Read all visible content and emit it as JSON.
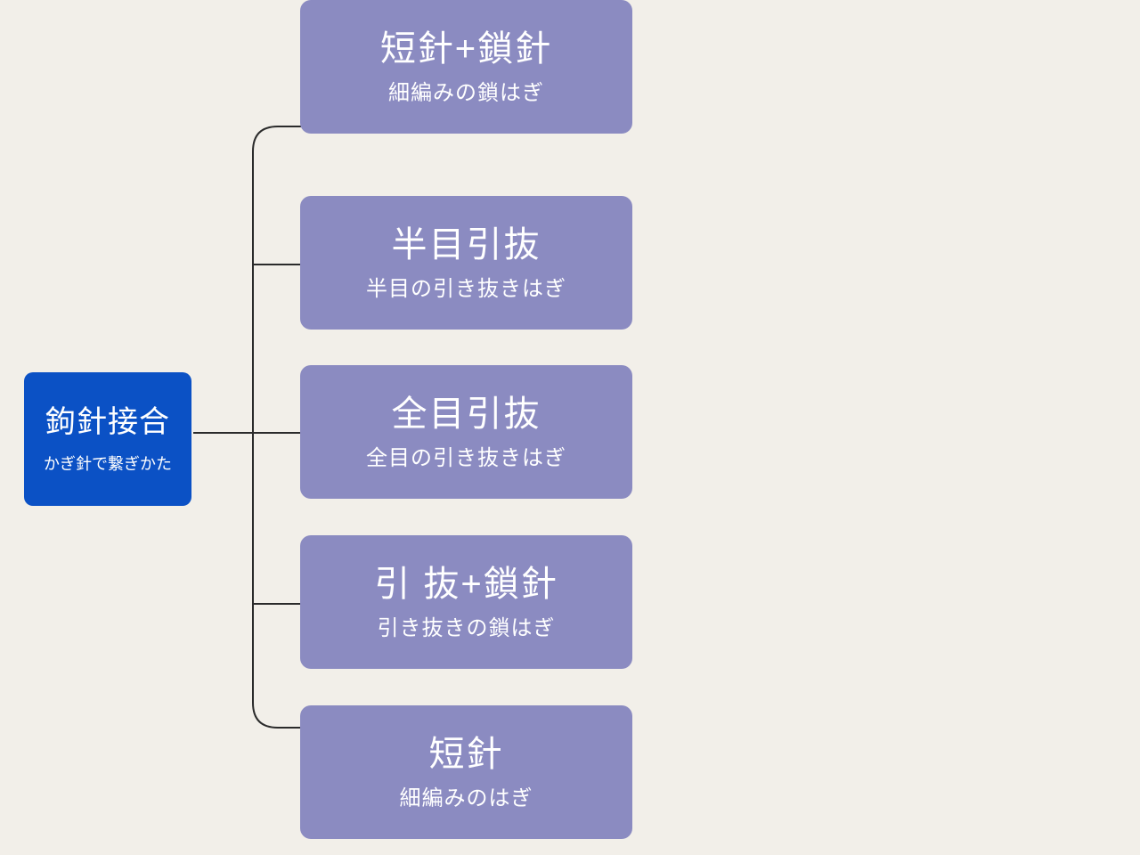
{
  "diagram": {
    "type": "mindmap",
    "root": {
      "title": "鉤針接合",
      "subtitle": "かぎ針で繋ぎかた"
    },
    "children": [
      {
        "title": "半目引抜",
        "subtitle": "半目の引き抜きはぎ"
      },
      {
        "title": "全目引抜",
        "subtitle": "全目の引き抜きはぎ"
      },
      {
        "title": "引 抜+鎖針",
        "subtitle": "引き抜きの鎖はぎ"
      },
      {
        "title": "短針",
        "subtitle": "細編みのはぎ"
      },
      {
        "title": "短針+鎖針",
        "subtitle": "細編みの鎖はぎ"
      }
    ]
  },
  "colors": {
    "background": "#F2EFE9",
    "root_node": "#0B51C5",
    "child_node": "#8B8BC1",
    "connector": "#2B2B2B",
    "text": "#FFFFFF"
  }
}
